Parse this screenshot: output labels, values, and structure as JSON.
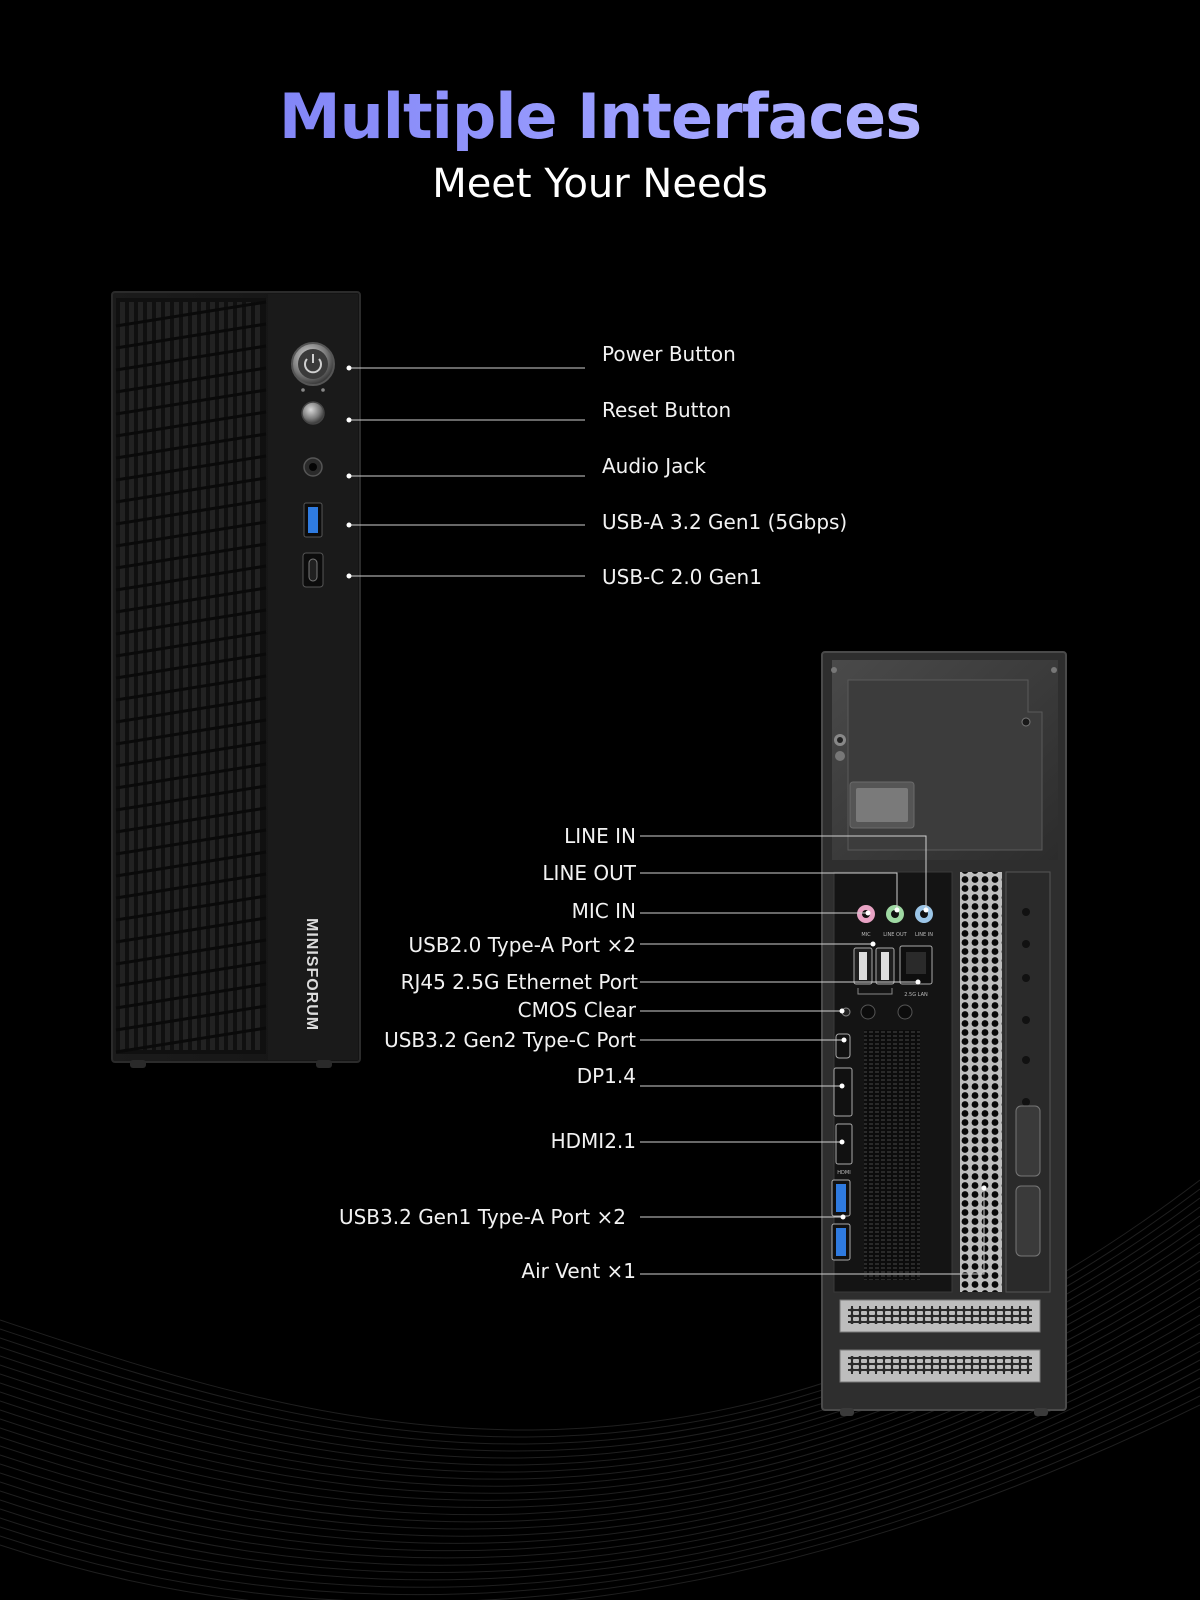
{
  "heading": {
    "title": "Multiple Interfaces",
    "subtitle": "Meet Your Needs"
  },
  "brand": "MINISFORUM",
  "front_labels": [
    "Power Button",
    "Reset Button",
    "Audio Jack",
    "USB-A 3.2 Gen1 (5Gbps)",
    "USB-C 2.0 Gen1"
  ],
  "rear_labels": [
    "LINE IN",
    "LINE OUT",
    "MIC IN",
    "USB2.0 Type-A Port ×2",
    "RJ45 2.5G Ethernet Port",
    "CMOS Clear",
    "USB3.2 Gen2 Type-C Port",
    "DP1.4",
    "HDMI2.1",
    "USB3.2 Gen1 Type-A Port  ×2",
    "Air Vent ×1"
  ],
  "port_markings": {
    "mic": "MIC",
    "line_out": "LINE OUT",
    "line_in": "LINE IN",
    "lan": "2.5G LAN",
    "hdmi": "HDMI"
  },
  "colors": {
    "title_gradient_start": "#6f73f0",
    "title_gradient_end": "#c9caff",
    "usb3_blue": "#2f7be0",
    "mic_pink": "#e8a3c4",
    "line_out_green": "#9fd9a3",
    "line_in_blue": "#9cc6e8"
  }
}
